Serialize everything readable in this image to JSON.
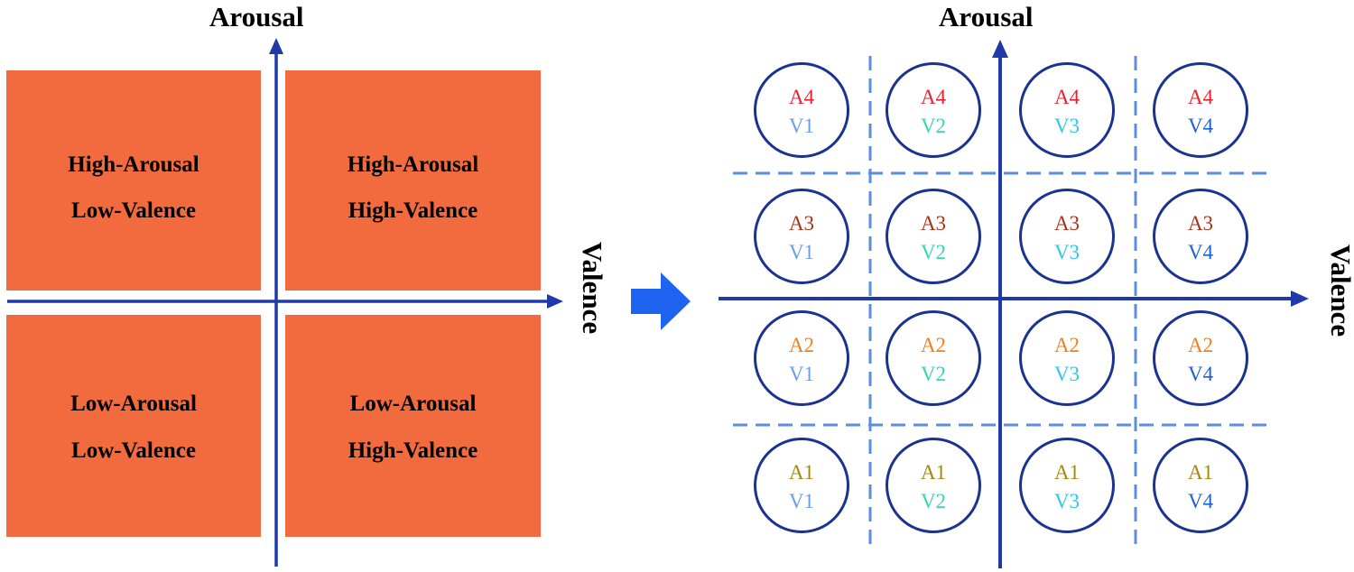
{
  "left_panel": {
    "arousal_label": "Arousal",
    "valence_label": "Valence",
    "quadrants": [
      {
        "id": "ha-lv",
        "line1": "High-Arousal",
        "line2": "Low-Valence"
      },
      {
        "id": "ha-hv",
        "line1": "High-Arousal",
        "line2": "High-Valence"
      },
      {
        "id": "la-lv",
        "line1": "Low-Arousal",
        "line2": "Low-Valence"
      },
      {
        "id": "la-hv",
        "line1": "Low-Arousal",
        "line2": "High-Valence"
      }
    ],
    "quadrant_color": "#f26b3e"
  },
  "right_panel": {
    "arousal_label": "Arousal",
    "valence_label": "Valence",
    "rows": [
      {
        "arousal": "A4",
        "color": "#e8222e"
      },
      {
        "arousal": "A3",
        "color": "#a83418"
      },
      {
        "arousal": "A2",
        "color": "#f0801e"
      },
      {
        "arousal": "A1",
        "color": "#a8860e"
      }
    ],
    "columns": [
      {
        "valence": "V1",
        "color": "#6b9ee8"
      },
      {
        "valence": "V2",
        "color": "#36d6b0"
      },
      {
        "valence": "V3",
        "color": "#2fc8e8"
      },
      {
        "valence": "V4",
        "color": "#1f5fd8"
      }
    ],
    "circle_border_color": "#1a3391",
    "axis_color": "#1f3aa8",
    "dash_color": "#5a8ee0"
  },
  "arrow_color": "#1f64f0"
}
